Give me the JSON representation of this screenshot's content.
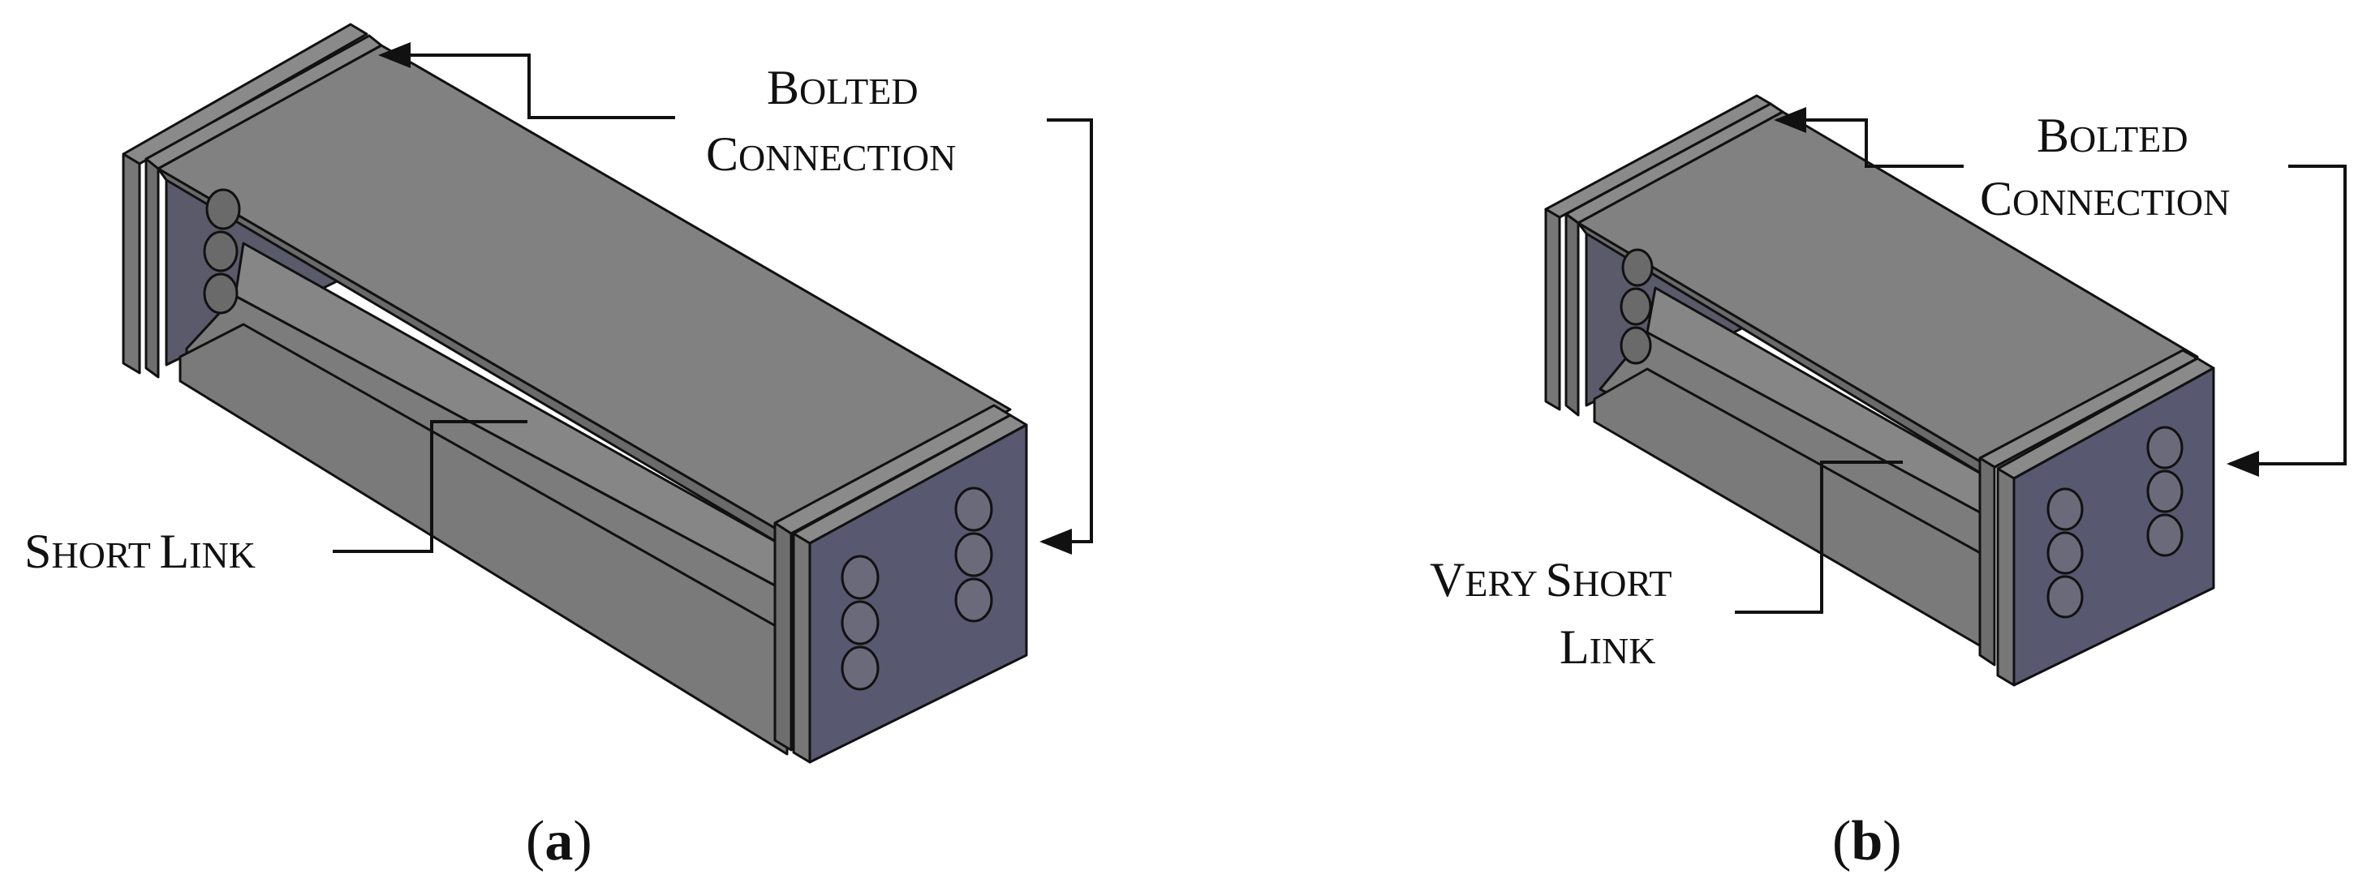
{
  "panel_a": {
    "bolted_first": "B",
    "bolted_rest": "OLTED",
    "connection_first": "C",
    "connection_rest": "ONNECTION",
    "link_word1_first": "S",
    "link_word1_rest": "HORT",
    "link_word2_first": "L",
    "link_word2_rest": "INK",
    "caption_open": "(",
    "caption_letter": "a",
    "caption_close": ")"
  },
  "panel_b": {
    "bolted_first": "B",
    "bolted_rest": "OLTED",
    "connection_first": "C",
    "connection_rest": "ONNECTION",
    "link_line1_w1_first": "V",
    "link_line1_w1_rest": "ERY",
    "link_line1_w2_first": "S",
    "link_line1_w2_rest": "HORT",
    "link_line2_first": "L",
    "link_line2_rest": "INK",
    "caption_open": "(",
    "caption_letter": "b",
    "caption_close": ")"
  },
  "colors": {
    "steel_top": "#808080",
    "steel_web": "#777777",
    "steel_side": "#5c5c5c",
    "plate_face": "#585870",
    "plate_edge": "#777777",
    "outline": "#111111"
  }
}
